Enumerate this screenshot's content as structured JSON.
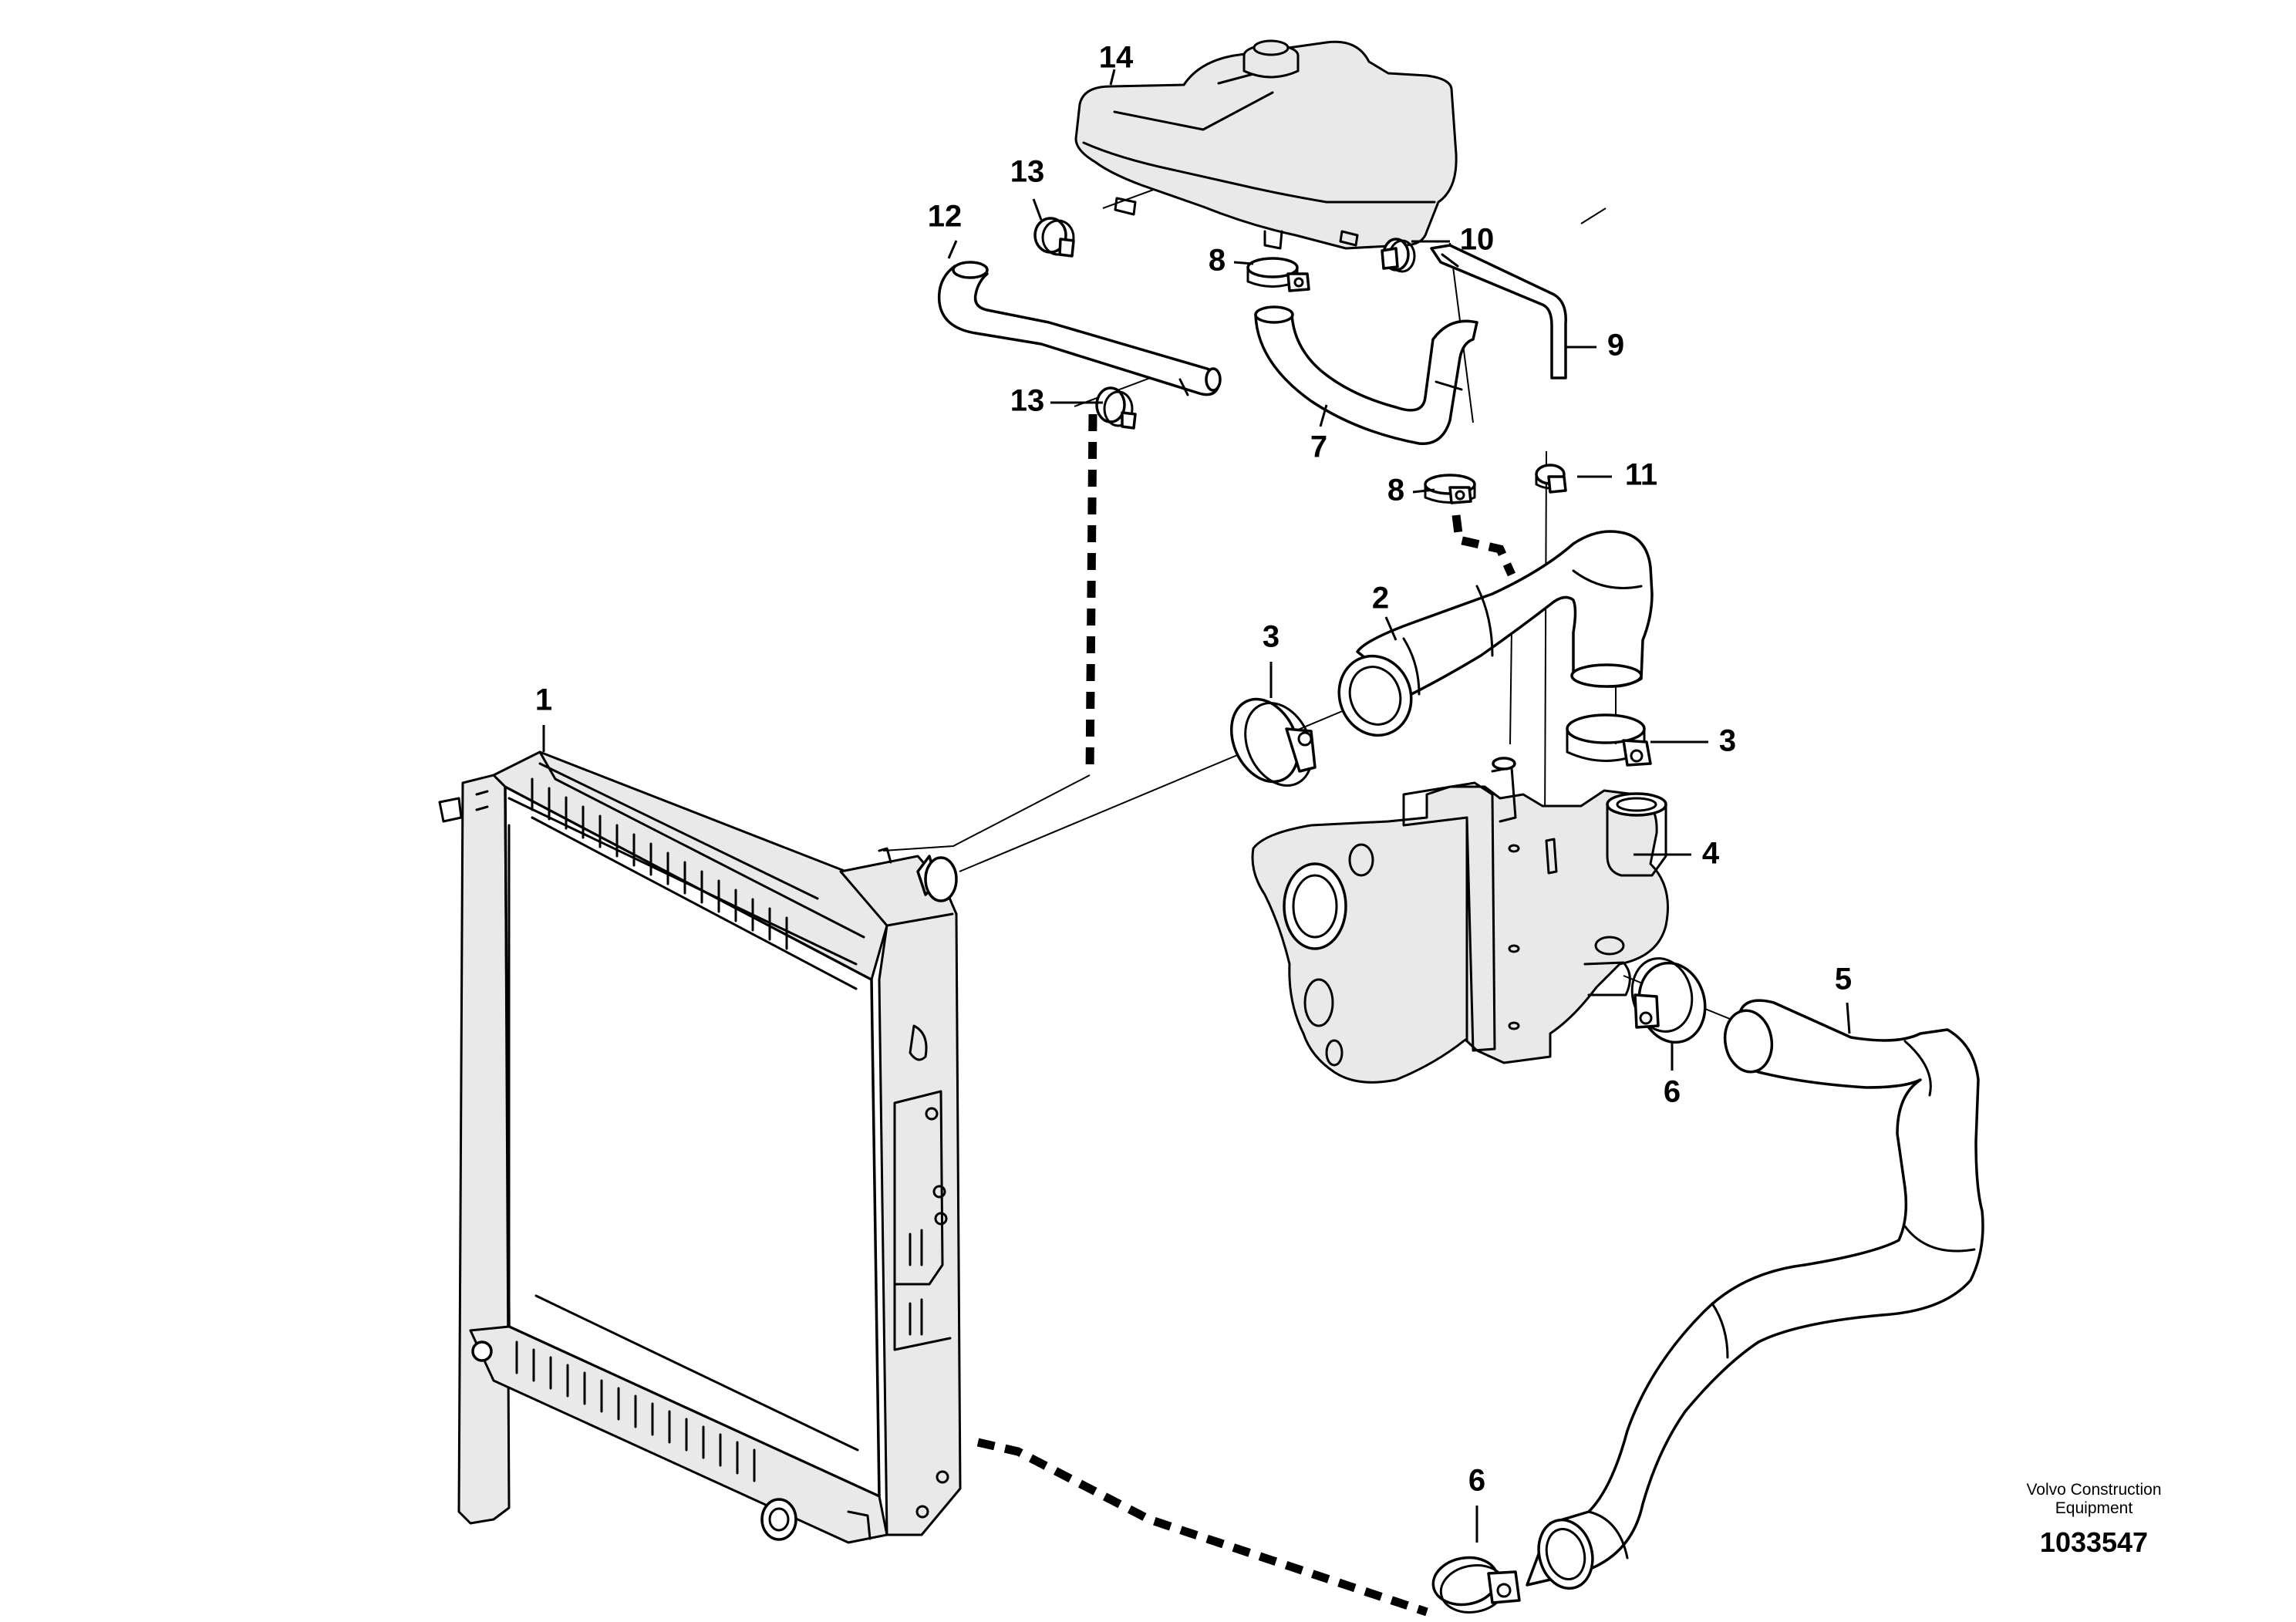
{
  "brand": {
    "line1": "Volvo Construction",
    "line2": "Equipment"
  },
  "illustration_number": "1033547",
  "callouts": [
    "1",
    "2",
    "3",
    "3",
    "4",
    "5",
    "6",
    "6",
    "7",
    "8",
    "8",
    "9",
    "10",
    "11",
    "12",
    "13",
    "13",
    "14"
  ]
}
